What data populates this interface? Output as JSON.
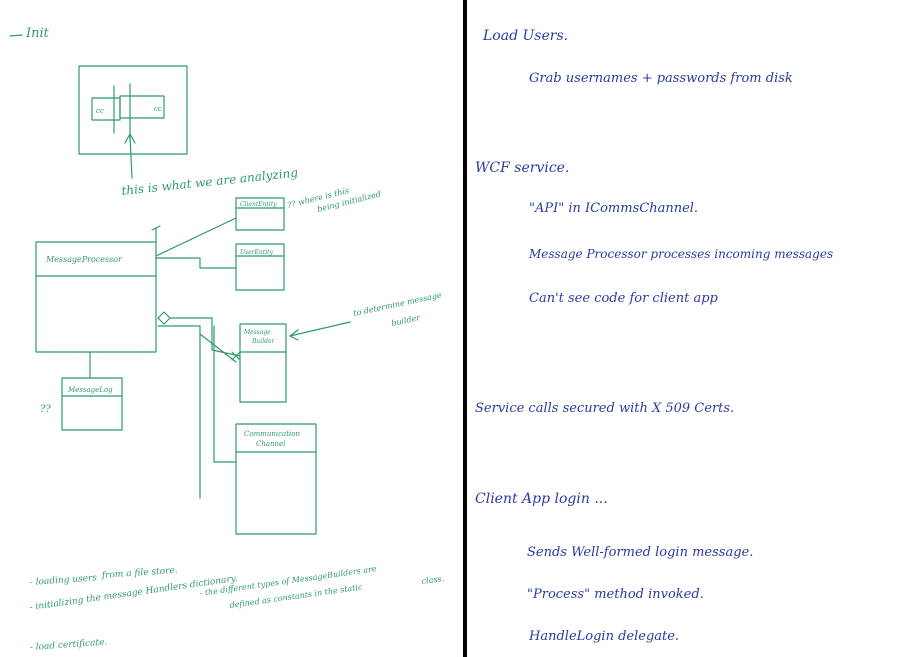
{
  "left_page": {
    "heading": "Init",
    "diagram": {
      "small_box": {
        "left_label": "cc",
        "right_label": "cc"
      },
      "annotation_main": "this is what we are analyzing",
      "annotation_question_top": "?? where is this",
      "annotation_question_bottom": "being initialized",
      "class_message_processor": "MessageProcessor",
      "class_client_entity": "ClientEntity",
      "class_user_entity": "UserEntity",
      "class_message_builder_line1": "Message",
      "class_message_builder_line2": "Builder",
      "annotation_builder_line1": "to determine message",
      "annotation_builder_line2": "builder",
      "class_message_log": "MessageLog",
      "question_marks": "??",
      "class_comms_channel_line1": "Communication",
      "class_comms_channel_line2": "Channel"
    },
    "notes": [
      "- loading users",
      "from a file store.",
      "- initializing the message Handlers dictionary.",
      "- the different types of MessageBuilders are",
      "defined as constants in the static",
      "class.",
      "- load certificate."
    ]
  },
  "right_page": {
    "lines": [
      "Load Users.",
      "Grab usernames + passwords from disk",
      "WCF service.",
      "\"API\" in ICommsChannel.",
      "Message Processor processes incoming messages",
      "Can't see code for client app",
      "Service calls secured with X 509 Certs.",
      "Client App login ...",
      "Sends Well-formed login message.",
      "\"Process\" method invoked.",
      "HandleLogin delegate."
    ]
  },
  "colors": {
    "green_ink": "#2f9a6a",
    "blue_ink": "#2b3aa0",
    "divider": "#000000"
  }
}
